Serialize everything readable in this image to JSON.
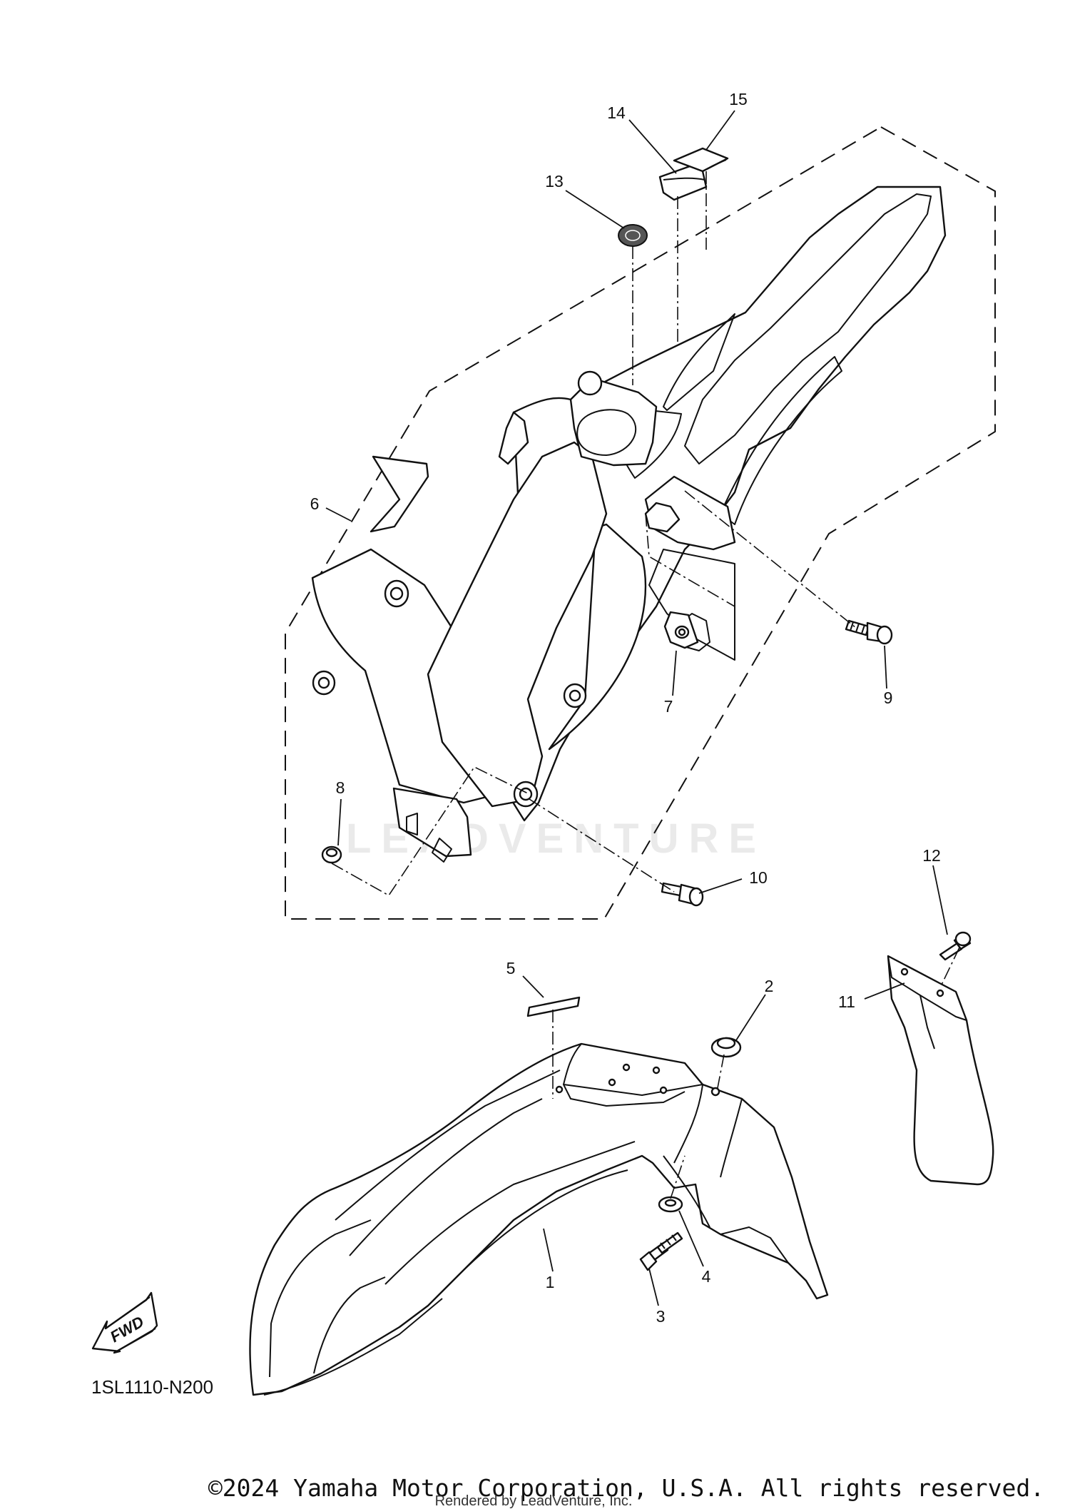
{
  "diagram": {
    "callouts": [
      {
        "id": "1",
        "label": "1"
      },
      {
        "id": "2",
        "label": "2"
      },
      {
        "id": "3",
        "label": "3"
      },
      {
        "id": "4",
        "label": "4"
      },
      {
        "id": "5",
        "label": "5"
      },
      {
        "id": "6",
        "label": "6"
      },
      {
        "id": "7",
        "label": "7"
      },
      {
        "id": "8",
        "label": "8"
      },
      {
        "id": "9",
        "label": "9"
      },
      {
        "id": "10",
        "label": "10"
      },
      {
        "id": "11",
        "label": "11"
      },
      {
        "id": "12",
        "label": "12"
      },
      {
        "id": "13",
        "label": "13"
      },
      {
        "id": "14",
        "label": "14"
      },
      {
        "id": "15",
        "label": "15"
      }
    ],
    "part_code": "1SL1110-N200",
    "fwd_label": "FWD",
    "copyright": "©2024 Yamaha Motor Corporation, U.S.A. All rights reserved.",
    "rendered_by": "Rendered by LeadVenture, Inc.",
    "watermark": "LEADVENTURE"
  }
}
